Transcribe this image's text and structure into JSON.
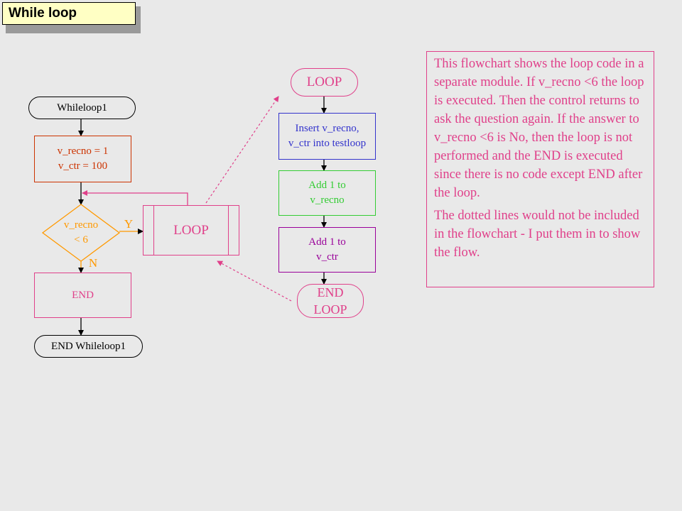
{
  "title": "While loop",
  "colors": {
    "black": "#000000",
    "brown": "#cc3300",
    "orange": "#ff9900",
    "magenta": "#e0408a",
    "blue": "#3333cc",
    "green": "#33cc33",
    "purple": "#990099"
  },
  "main_flow": {
    "start": "Whileloop1",
    "init_line1": "v_recno = 1",
    "init_line2": "v_ctr = 100",
    "decision_line1": "v_recno",
    "decision_line2": "< 6",
    "yes_label": "Y",
    "no_label": "N",
    "loop_call": "LOOP",
    "end": "END",
    "end_terminal": "END Whileloop1"
  },
  "loop_module": {
    "start": "LOOP",
    "insert_line1": "Insert v_recno,",
    "insert_line2": "v_ctr into testloop",
    "add_recno_line1": "Add 1 to",
    "add_recno_line2": "v_recno",
    "add_ctr_line1": "Add 1 to",
    "add_ctr_line2": "v_ctr",
    "end_line1": "END",
    "end_line2": "LOOP"
  },
  "note": {
    "paragraph1": "This flowchart shows the loop code in a separate module.  If v_recno <6 the loop is executed.  Then the control returns to ask the question again.  If the answer to v_recno <6 is No, then the loop is not performed and the END is executed since there is no code except END after the loop.",
    "paragraph2": "The dotted lines would not be included in the flowchart - I put them in to show the flow."
  }
}
